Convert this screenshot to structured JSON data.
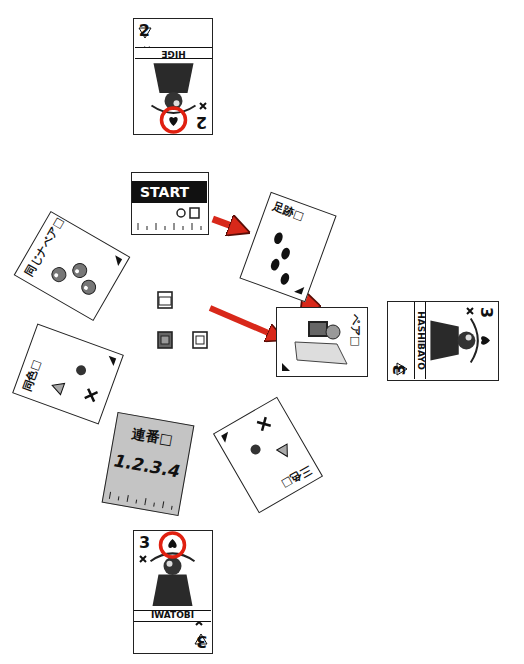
{
  "diagram": {
    "nodes": [
      {
        "text": [
          "2",
          "HIGE",
          "2"
        ]
      },
      {
        "text": [
          "START"
        ]
      },
      {
        "text": [
          "足跡□"
        ]
      },
      {
        "text": [
          "ペア□"
        ]
      },
      {
        "text": [
          "3",
          "HASHIBAYO",
          "3"
        ]
      },
      {
        "text": [
          "同じナベア□"
        ]
      },
      {
        "text": [
          "同色□"
        ]
      },
      {
        "text": [
          "連番□",
          "1.2.3.4"
        ]
      },
      {
        "text": [
          "三色□"
        ]
      },
      {
        "text": [
          "3",
          "IWATOBI",
          "3"
        ]
      }
    ],
    "edges": [
      {
        "from": 1,
        "to": 2,
        "arrow": "to"
      },
      {
        "from": 2,
        "to": 3,
        "arrow": "to"
      }
    ]
  }
}
